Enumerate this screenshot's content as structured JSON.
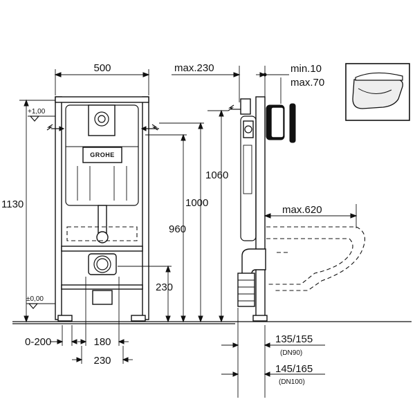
{
  "front_view": {
    "width_top": "500",
    "level_top": "+1,00",
    "level_floor": "±0,00",
    "height_total": "1130",
    "adjust_range": "0-200",
    "width_inner": "180",
    "width_outer": "230",
    "brand_logo": "GROHE"
  },
  "heights": {
    "h1060": "1060",
    "h1000": "1000",
    "h960": "960",
    "h230": "230"
  },
  "side_view": {
    "max_depth": "max.230",
    "min_thickness": "min.10",
    "max_thickness": "max.70",
    "max_projection": "max.620",
    "dn90_dims": "135/155",
    "dn90_label": "(DN90)",
    "dn100_dims": "145/165",
    "dn100_label": "(DN100)"
  },
  "thumbnail": {
    "icon": "wall-hung-toilet-icon"
  }
}
